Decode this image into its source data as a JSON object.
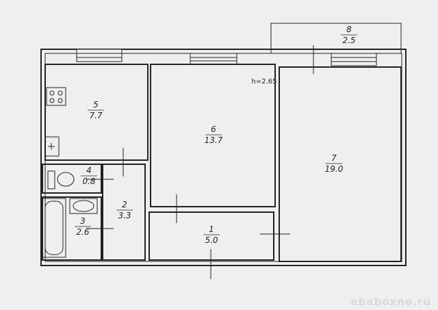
{
  "ceiling_height_label": "h=2.65",
  "rooms": [
    {
      "num": "1",
      "area": "5.0"
    },
    {
      "num": "2",
      "area": "3.3"
    },
    {
      "num": "3",
      "area": "2.6"
    },
    {
      "num": "4",
      "area": "0.8"
    },
    {
      "num": "5",
      "area": "7.7"
    },
    {
      "num": "6",
      "area": "13.7"
    },
    {
      "num": "7",
      "area": "19.0"
    },
    {
      "num": "8",
      "area": "2.5"
    }
  ],
  "watermark": "ebaboxno.ru"
}
